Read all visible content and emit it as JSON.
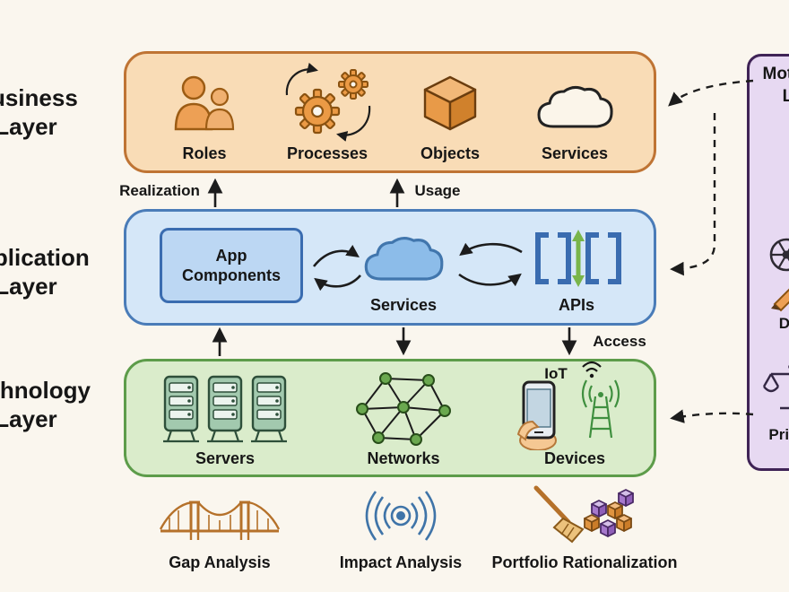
{
  "left_labels": {
    "business": [
      "Business",
      "Layer"
    ],
    "application": [
      "Application",
      "Layer"
    ],
    "technology": [
      "Technology",
      "Layer"
    ]
  },
  "business_layer": {
    "items": [
      "Roles",
      "Processes",
      "Objects",
      "Services"
    ]
  },
  "application_layer": {
    "items": [
      "App Components",
      "Services",
      "APIs"
    ]
  },
  "technology_layer": {
    "items": [
      "Servers",
      "Networks",
      "Devices"
    ],
    "iot_label": "IoT"
  },
  "edge_labels": {
    "realization": "Realization",
    "usage": "Usage",
    "access": "Access"
  },
  "motivation_panel": {
    "title": [
      "Motivation",
      "Layer"
    ],
    "items": [
      "Drivers",
      "Principles"
    ]
  },
  "bottom_row": {
    "items": [
      "Gap Analysis",
      "Impact Analysis",
      "Portfolio Rationalization"
    ]
  },
  "colors": {
    "background": "#faf6ee",
    "business_fill": "#f9dcb6",
    "business_border": "#bf7434",
    "application_fill": "#d5e7f8",
    "application_border": "#4a7cb8",
    "technology_fill": "#daeccb",
    "technology_border": "#5d9c4a",
    "motivation_fill": "#e7d9f2",
    "motivation_border": "#3f2356",
    "ink": "#1c1c1c",
    "accent_orange": "#e89a48",
    "accent_blue": "#3a6cb0",
    "accent_green": "#5d9c4a",
    "accent_purple": "#9a6fc0"
  }
}
